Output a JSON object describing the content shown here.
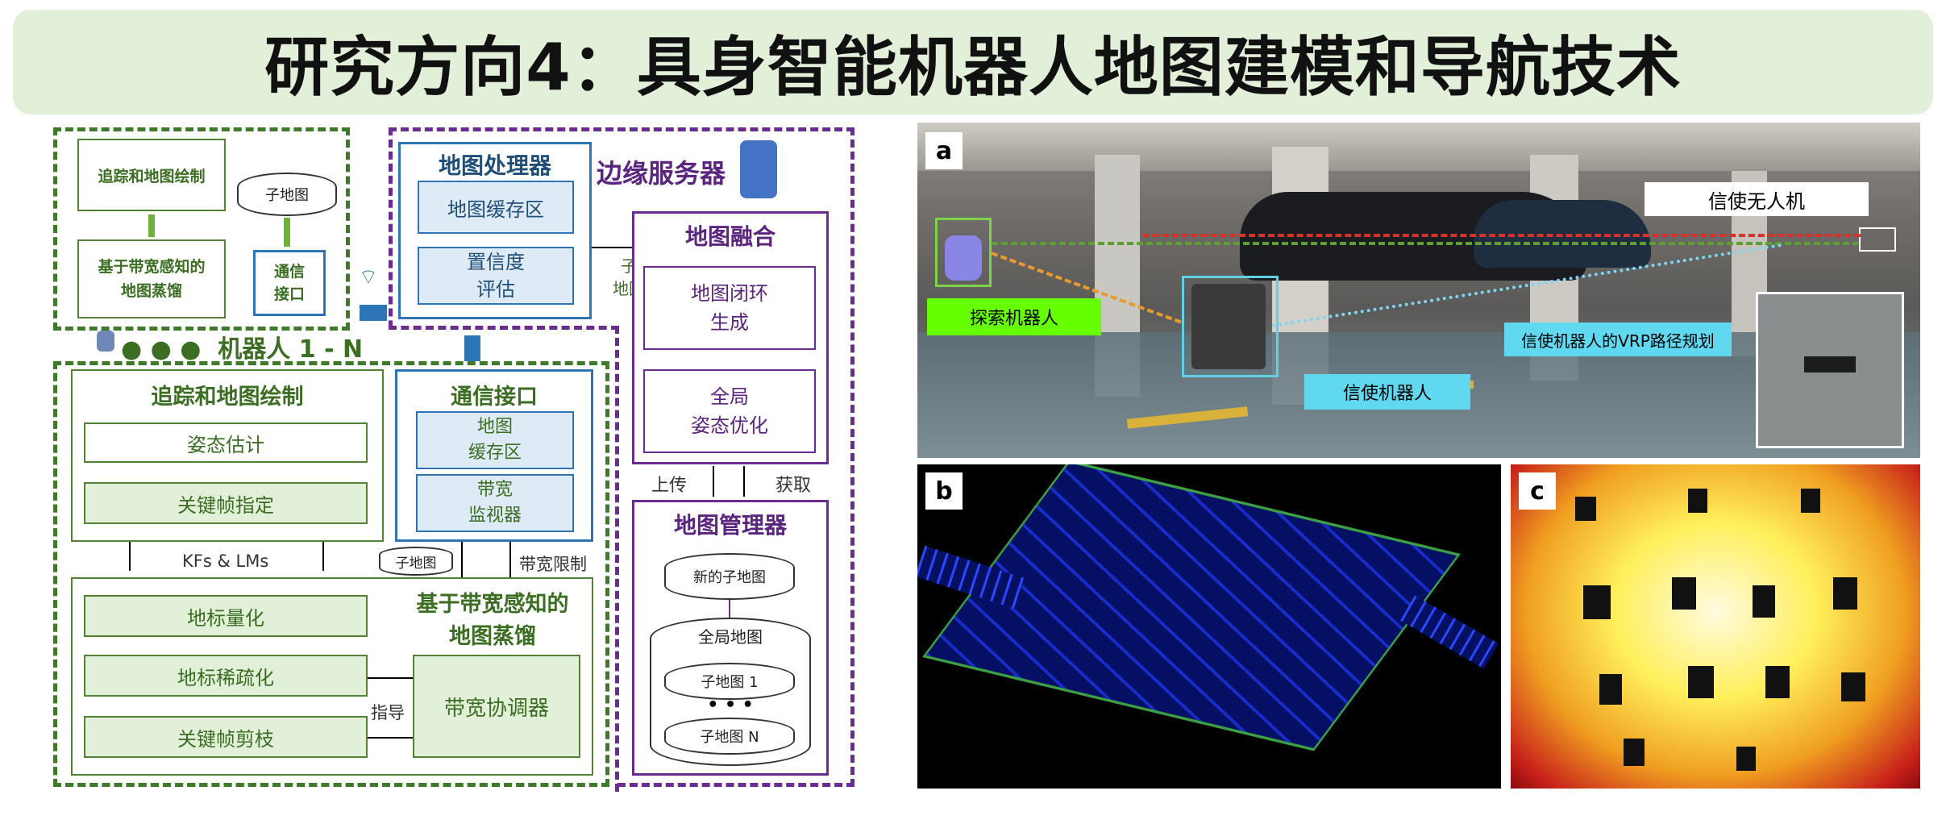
{
  "title": "研究方向4：具身智能机器人地图建模和导航技术",
  "left": {
    "top_robot": {
      "tracking": "追踪和地图绘制",
      "distill": "基于带宽感知的\n地图蒸馏",
      "submap": "子地图",
      "comm": "通信\n接口"
    },
    "robots_label": "● ● ●  机器人 1 - N",
    "server_label": "边缘服务器",
    "map_processor": {
      "title": "地图处理器",
      "cache": "地图缓存区",
      "confidence": "置信度\n评估"
    },
    "submap_arrow_label": "子\n地图",
    "map_fusion": {
      "title": "地图融合",
      "loop": "地图闭环\n生成",
      "global_opt": "全局\n姿态优化"
    },
    "upload": "上传",
    "fetch": "获取",
    "map_manager": {
      "title": "地图管理器",
      "new_submap": "新的子地图",
      "global_map": "全局地图",
      "submap1": "子地图 1",
      "dots": "• • •",
      "submapN": "子地图 N"
    },
    "tracking_block": {
      "title": "追踪和地图绘制",
      "pose": "姿态估计",
      "keyframe": "关键帧指定"
    },
    "comm_block": {
      "title": "通信接口",
      "cache": "地图\n缓存区",
      "bw": "带宽\n监视器"
    },
    "kfs": "KFs & LMs",
    "submap_small": "子地图",
    "bw_limit": "带宽限制",
    "distill_block": {
      "title": "基于带宽感知的\n地图蒸馏",
      "quant": "地标量化",
      "sparse": "地标稀疏化",
      "prune": "关键帧剪枝",
      "coord": "带宽协调器",
      "guide": "指导"
    }
  },
  "right": {
    "panel_a": {
      "letter": "a",
      "drone_label": "信使无人机",
      "explore_label": "探索机器人",
      "vrp_label": "信使机器人的VRP路径规划",
      "messenger_label": "信使机器人"
    },
    "panel_b": {
      "letter": "b"
    },
    "panel_c": {
      "letter": "c"
    }
  },
  "colors": {
    "green": "#538135",
    "purple": "#6a2c91",
    "blue": "#2e75b6",
    "light_green": "#e2f0d9",
    "light_blue": "#deebf7"
  }
}
